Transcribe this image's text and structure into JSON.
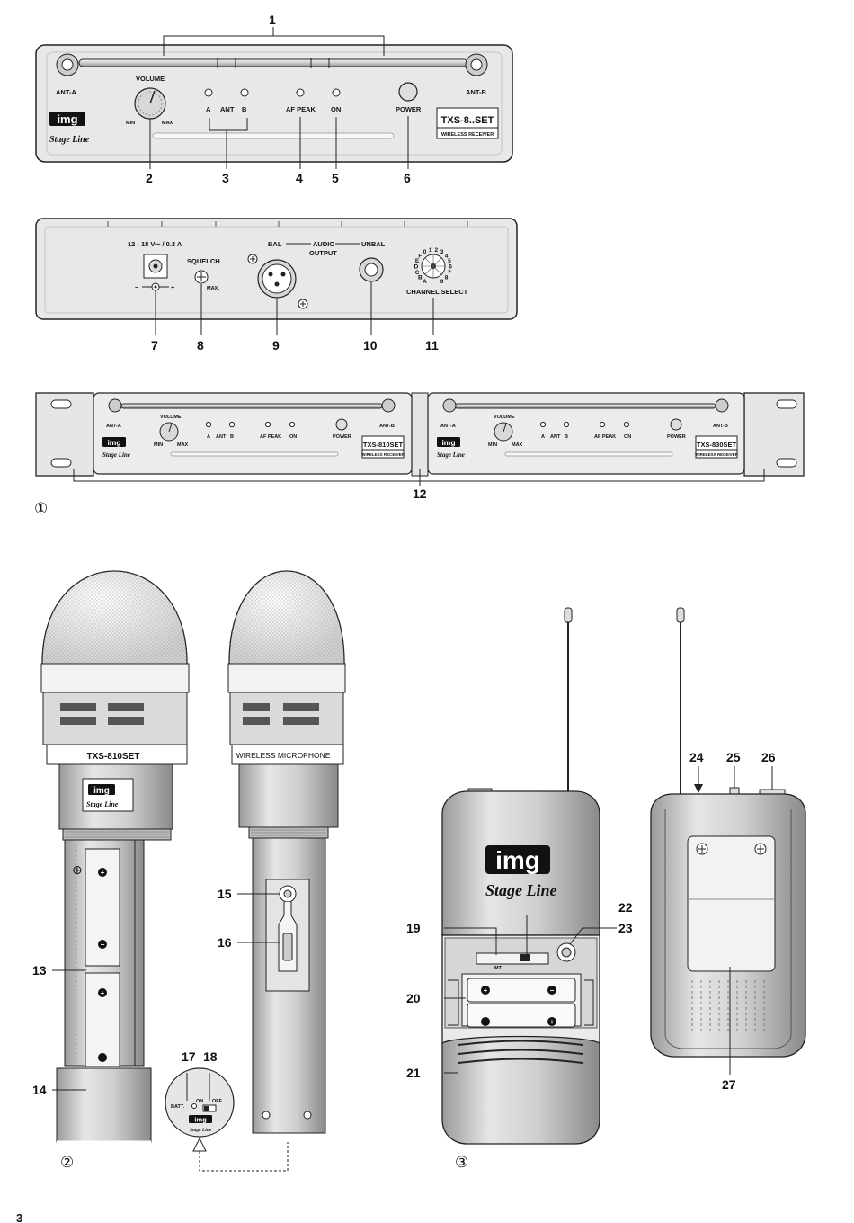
{
  "callouts": [
    "1",
    "2",
    "3",
    "4",
    "5",
    "6",
    "7",
    "8",
    "9",
    "10",
    "11",
    "12",
    "13",
    "14",
    "15",
    "16",
    "17",
    "18",
    "19",
    "20",
    "21",
    "22",
    "23",
    "24",
    "25",
    "26",
    "27"
  ],
  "figures": {
    "fig1": "①",
    "fig2": "②",
    "fig3": "③"
  },
  "front_panel": {
    "ant_a": "ANT-A",
    "ant_b": "ANT-B",
    "volume": "VOLUME",
    "min": "MIN",
    "max": "MAX",
    "led_a": "A",
    "led_ant": "ANT",
    "led_b": "B",
    "af_peak": "AF PEAK",
    "on": "ON",
    "power": "POWER",
    "brand_logo": "img",
    "brand_name": "Stage Line",
    "model": "TXS-8..SET",
    "model_sub": "WIRELESS RECEIVER"
  },
  "rear_panel": {
    "power_spec": "12 - 18 V⎓ / 0.3 A",
    "polarity_minus": "−",
    "polarity_plus": "+",
    "squelch": "SQUELCH",
    "squelch_max": "MAX.",
    "bal": "BAL",
    "audio": "AUDIO",
    "output": "OUTPUT",
    "unbal": "UNBAL",
    "channel_select": "CHANNEL SELECT",
    "channel_letters": "ABCDEF0123456789"
  },
  "rack": {
    "model_left": "TXS-810SET",
    "model_right": "TXS-830SET",
    "sub": "WIRELESS RECEIVER"
  },
  "microphone": {
    "model": "TXS-810SET",
    "side_text": "WIRELESS MICROPHONE",
    "batt": "BATT.",
    "on": "ON",
    "off": "OFF"
  },
  "bodypack": {
    "mt": "MT"
  },
  "page_number": "3",
  "colors": {
    "panel": "#e7e7e7",
    "line": "#222222",
    "dark": "#111111"
  }
}
